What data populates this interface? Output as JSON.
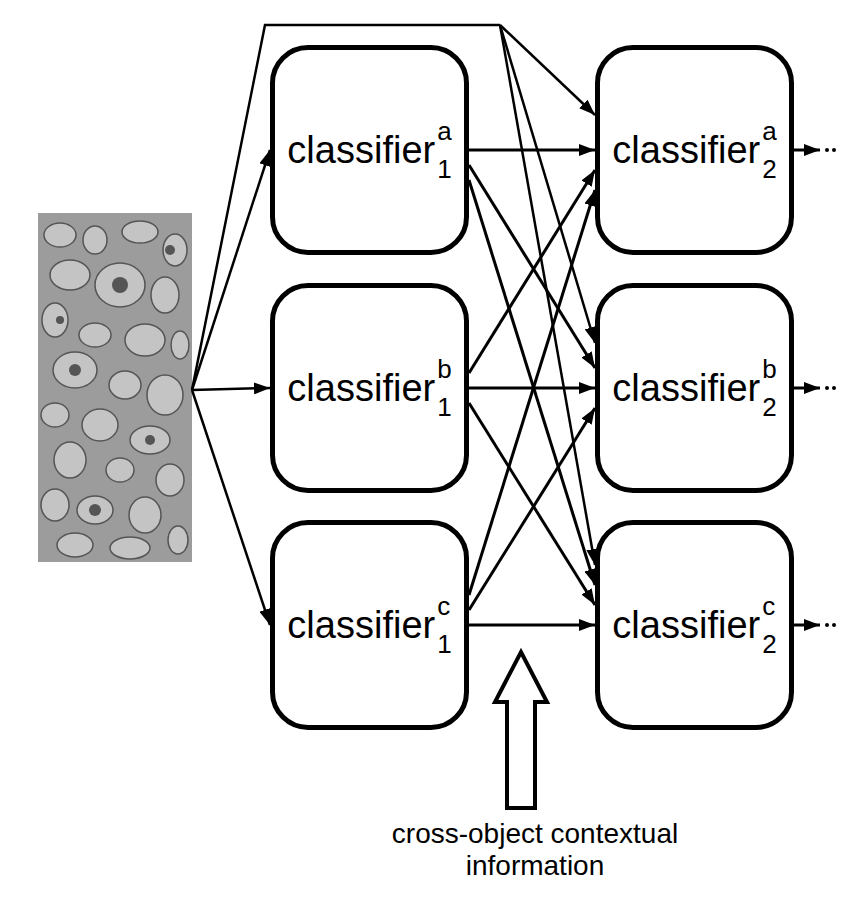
{
  "diagram": {
    "nodes": [
      {
        "text": [
          "classifier",
          "a",
          "1"
        ]
      },
      {
        "text": [
          "classifier",
          "b",
          "1"
        ]
      },
      {
        "text": [
          "classifier",
          "c",
          "1"
        ]
      },
      {
        "text": [
          "classifier",
          "a",
          "2"
        ]
      },
      {
        "text": [
          "classifier",
          "b",
          "2"
        ]
      },
      {
        "text": [
          "classifier",
          "c",
          "2"
        ]
      }
    ],
    "edges": [
      {
        "from": 0,
        "to": 3,
        "arrow": "to"
      },
      {
        "from": 0,
        "to": 4,
        "arrow": "to"
      },
      {
        "from": 0,
        "to": 5,
        "arrow": "to"
      },
      {
        "from": 1,
        "to": 3,
        "arrow": "to"
      },
      {
        "from": 1,
        "to": 4,
        "arrow": "to"
      },
      {
        "from": 1,
        "to": 5,
        "arrow": "to"
      },
      {
        "from": 2,
        "to": 3,
        "arrow": "to"
      },
      {
        "from": 2,
        "to": 4,
        "arrow": "to"
      },
      {
        "from": 2,
        "to": 5,
        "arrow": "to"
      }
    ],
    "labels": [
      "cross-object contextual information"
    ]
  }
}
